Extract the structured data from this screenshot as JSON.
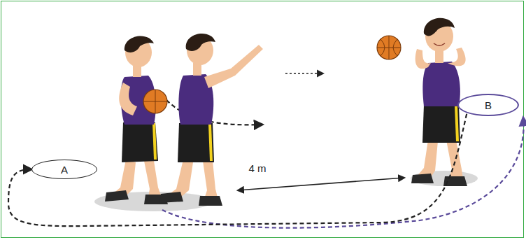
{
  "diagram": {
    "nodes": [
      {
        "text": [
          "A"
        ]
      },
      {
        "text": [
          "B"
        ]
      }
    ],
    "edges": [
      {
        "from": 1,
        "to": 0,
        "arrow": "to"
      }
    ],
    "labels": [
      "4 m"
    ]
  }
}
